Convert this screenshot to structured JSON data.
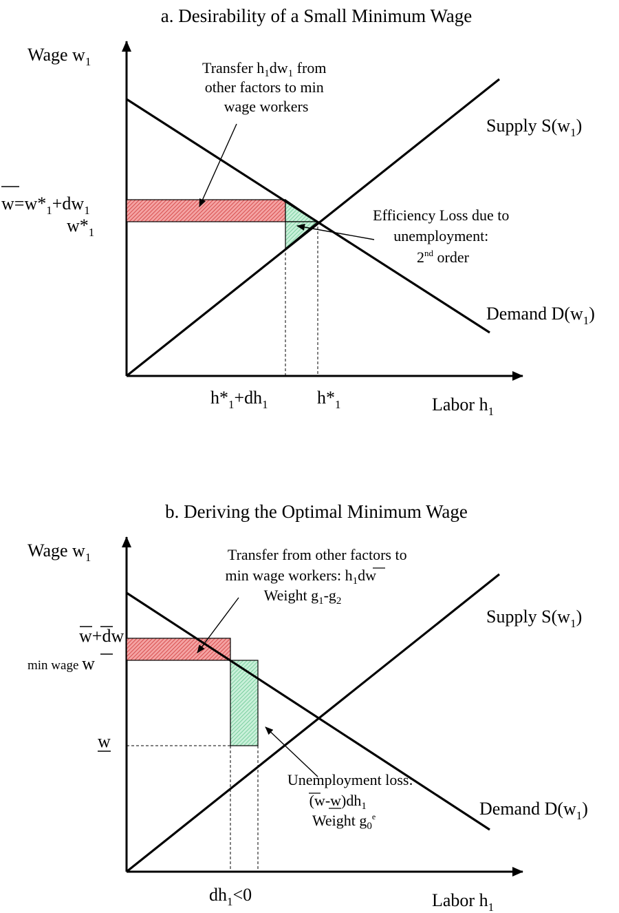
{
  "panel_a": {
    "title": "a. Desirability of a Small Minimum Wage",
    "y_axis_label": "Wage w",
    "y_axis_sub": "1",
    "x_axis_label": "Labor h",
    "x_axis_sub": "1",
    "supply_label": "Supply S(w",
    "supply_sub": "1",
    "supply_close": ")",
    "demand_label": "Demand D(w",
    "demand_sub": "1",
    "demand_close": ")",
    "transfer_note": [
      "Transfer h",
      "1",
      "dw",
      "1",
      " from",
      "other factors to min",
      "wage workers"
    ],
    "efficiency_note": [
      "Efficiency Loss due to",
      "unemployment:",
      "2",
      "nd",
      " order"
    ],
    "ytick_upper": [
      "w",
      "=w*",
      "1",
      "+dw",
      "1"
    ],
    "ytick_lower": [
      "w*",
      "1"
    ],
    "xtick_left": [
      "h*",
      "1",
      "+dh",
      "1"
    ],
    "xtick_right": [
      "h*",
      "1"
    ]
  },
  "panel_b": {
    "title": "b. Deriving the Optimal Minimum Wage",
    "y_axis_label": "Wage w",
    "y_axis_sub": "1",
    "x_axis_label": "Labor h",
    "x_axis_sub": "1",
    "supply_label": "Supply S(w",
    "supply_sub": "1",
    "supply_close": ")",
    "demand_label": "Demand D(w",
    "demand_sub": "1",
    "demand_close": ")",
    "transfer_note": [
      "Transfer from other factors to",
      "min wage workers: h",
      "1",
      "dw",
      "Weight g",
      "1",
      "-g",
      "2"
    ],
    "unemployment_note": [
      "Unemployment loss:",
      "(w-w)dh",
      "1",
      "Weight g",
      "0",
      "e"
    ],
    "ytick_upper": [
      "w",
      "+d",
      "w"
    ],
    "ytick_middle": [
      "min wage ",
      "w"
    ],
    "ytick_lower": [
      "w"
    ],
    "xtick": [
      "dh",
      "1",
      "<0"
    ]
  }
}
